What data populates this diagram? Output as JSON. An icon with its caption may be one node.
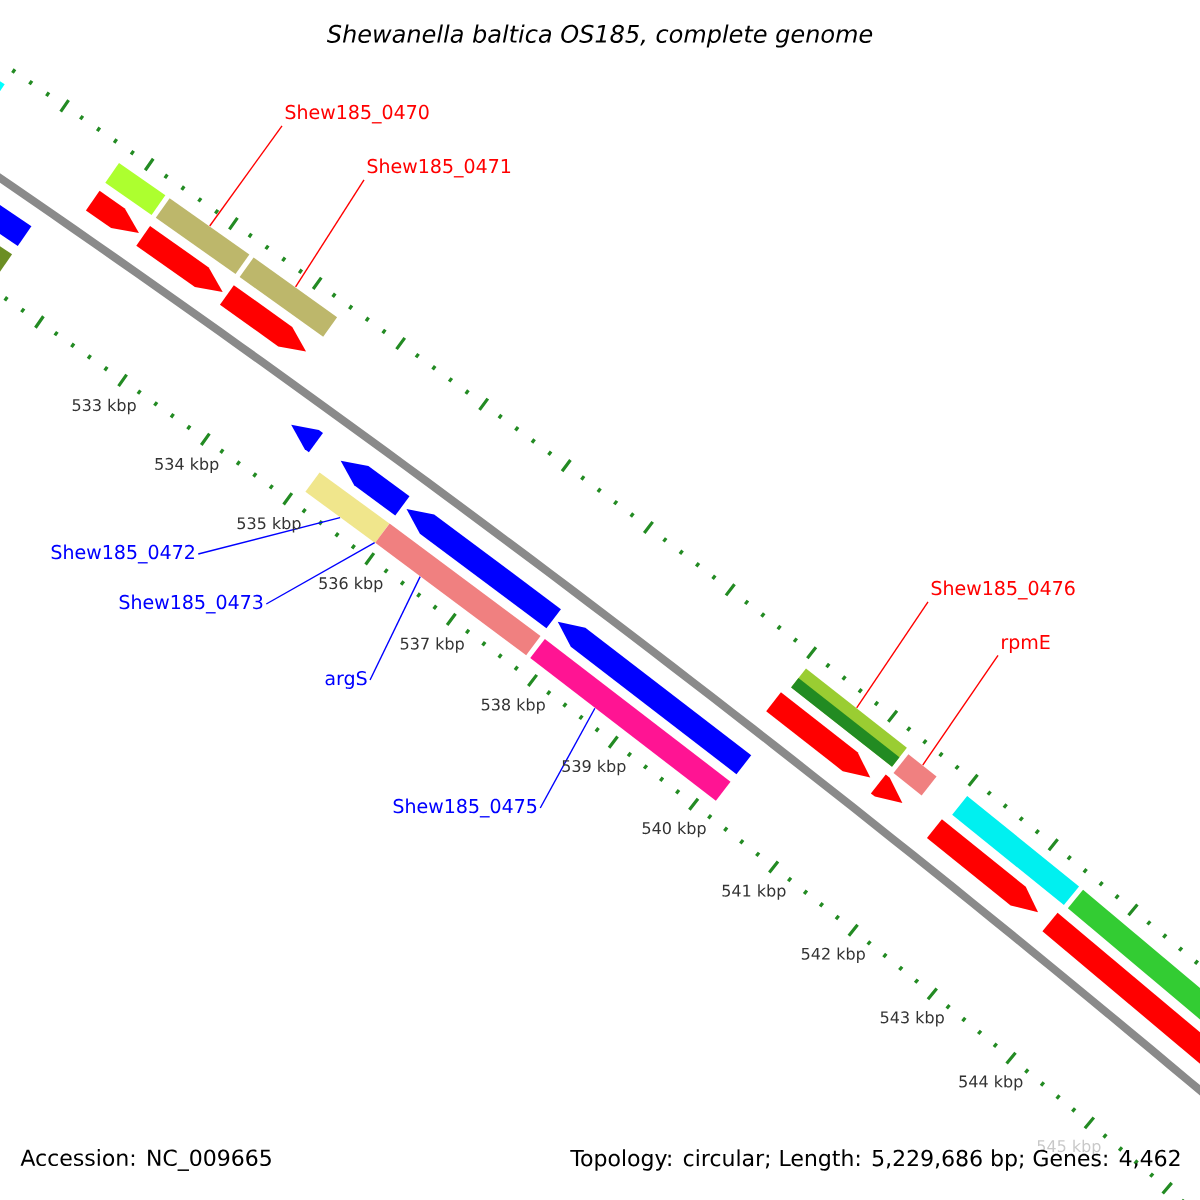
{
  "diagram": {
    "title": "Shewanella baltica OS185, complete genome",
    "nodes": [
      {
        "text": [
          "Shew185_0470"
        ]
      },
      {
        "text": [
          "Shew185_0471"
        ]
      },
      {
        "text": [
          "Shew185_0476"
        ]
      },
      {
        "text": [
          "rpmE"
        ]
      },
      {
        "text": [
          "Shew185_0472"
        ]
      },
      {
        "text": [
          "Shew185_0473"
        ]
      },
      {
        "text": [
          "argS"
        ]
      },
      {
        "text": [
          "Shew185_0475"
        ]
      },
      {
        "text": [],
        "shape": "bar"
      },
      {
        "text": [],
        "shape": "bar"
      },
      {
        "text": [],
        "shape": "bar"
      },
      {
        "text": [],
        "shape": "bar"
      },
      {
        "text": [],
        "shape": "bar"
      },
      {
        "text": [],
        "shape": "bar"
      },
      {
        "text": [],
        "shape": "bar"
      }
    ],
    "edges": [
      {
        "from": 0,
        "to": 8,
        "arrow": "none",
        "color": "#ff0000"
      },
      {
        "from": 1,
        "to": 9,
        "arrow": "none",
        "color": "#ff0000"
      },
      {
        "from": 2,
        "to": 13,
        "arrow": "none",
        "color": "#ff0000"
      },
      {
        "from": 3,
        "to": 14,
        "arrow": "none",
        "color": "#ff0000"
      },
      {
        "from": 4,
        "to": 10,
        "arrow": "none",
        "color": "#0000ff"
      },
      {
        "from": 5,
        "to": 11,
        "arrow": "none",
        "color": "#0000ff"
      },
      {
        "from": 6,
        "to": 11,
        "arrow": "none",
        "color": "#0000ff"
      },
      {
        "from": 7,
        "to": 12,
        "arrow": "none",
        "color": "#0000ff"
      }
    ],
    "labels": [
      "533 kbp",
      "534 kbp",
      "535 kbp",
      "536 kbp",
      "537 kbp",
      "538 kbp",
      "539 kbp",
      "540 kbp",
      "541 kbp",
      "542 kbp",
      "543 kbp",
      "544 kbp",
      "545 kbp",
      "Accession: NC_009665",
      "Topology: circular; Length: 5,229,686 bp; Genes: 4,462"
    ]
  }
}
